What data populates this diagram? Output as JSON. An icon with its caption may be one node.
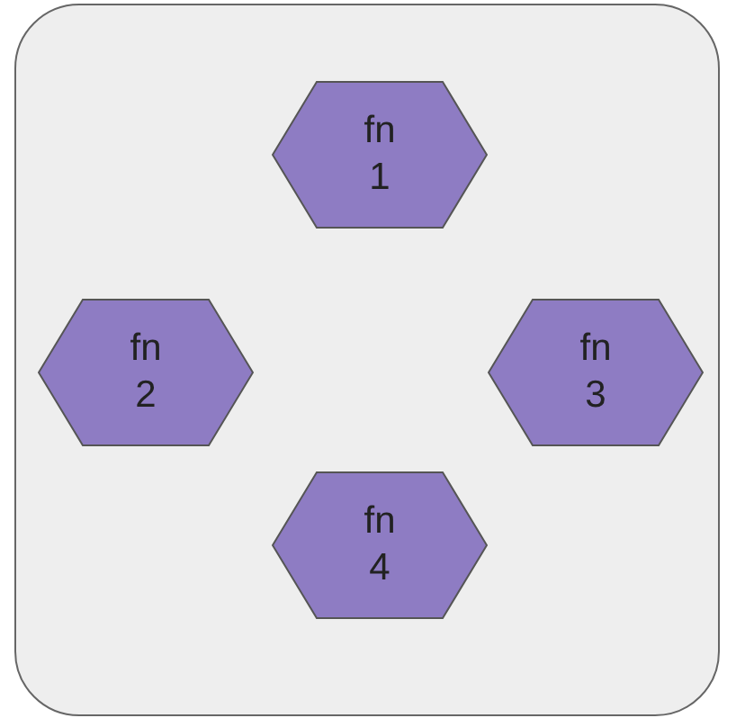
{
  "diagram": {
    "nodes": [
      {
        "text": [],
        "shape": "box"
      },
      {
        "text": [
          "fn 1"
        ],
        "in": 0
      },
      {
        "text": [
          "fn 2"
        ],
        "in": 0
      },
      {
        "text": [
          "fn 3"
        ],
        "in": 0
      },
      {
        "text": [
          "fn 4"
        ],
        "in": 0
      }
    ],
    "edges": []
  }
}
